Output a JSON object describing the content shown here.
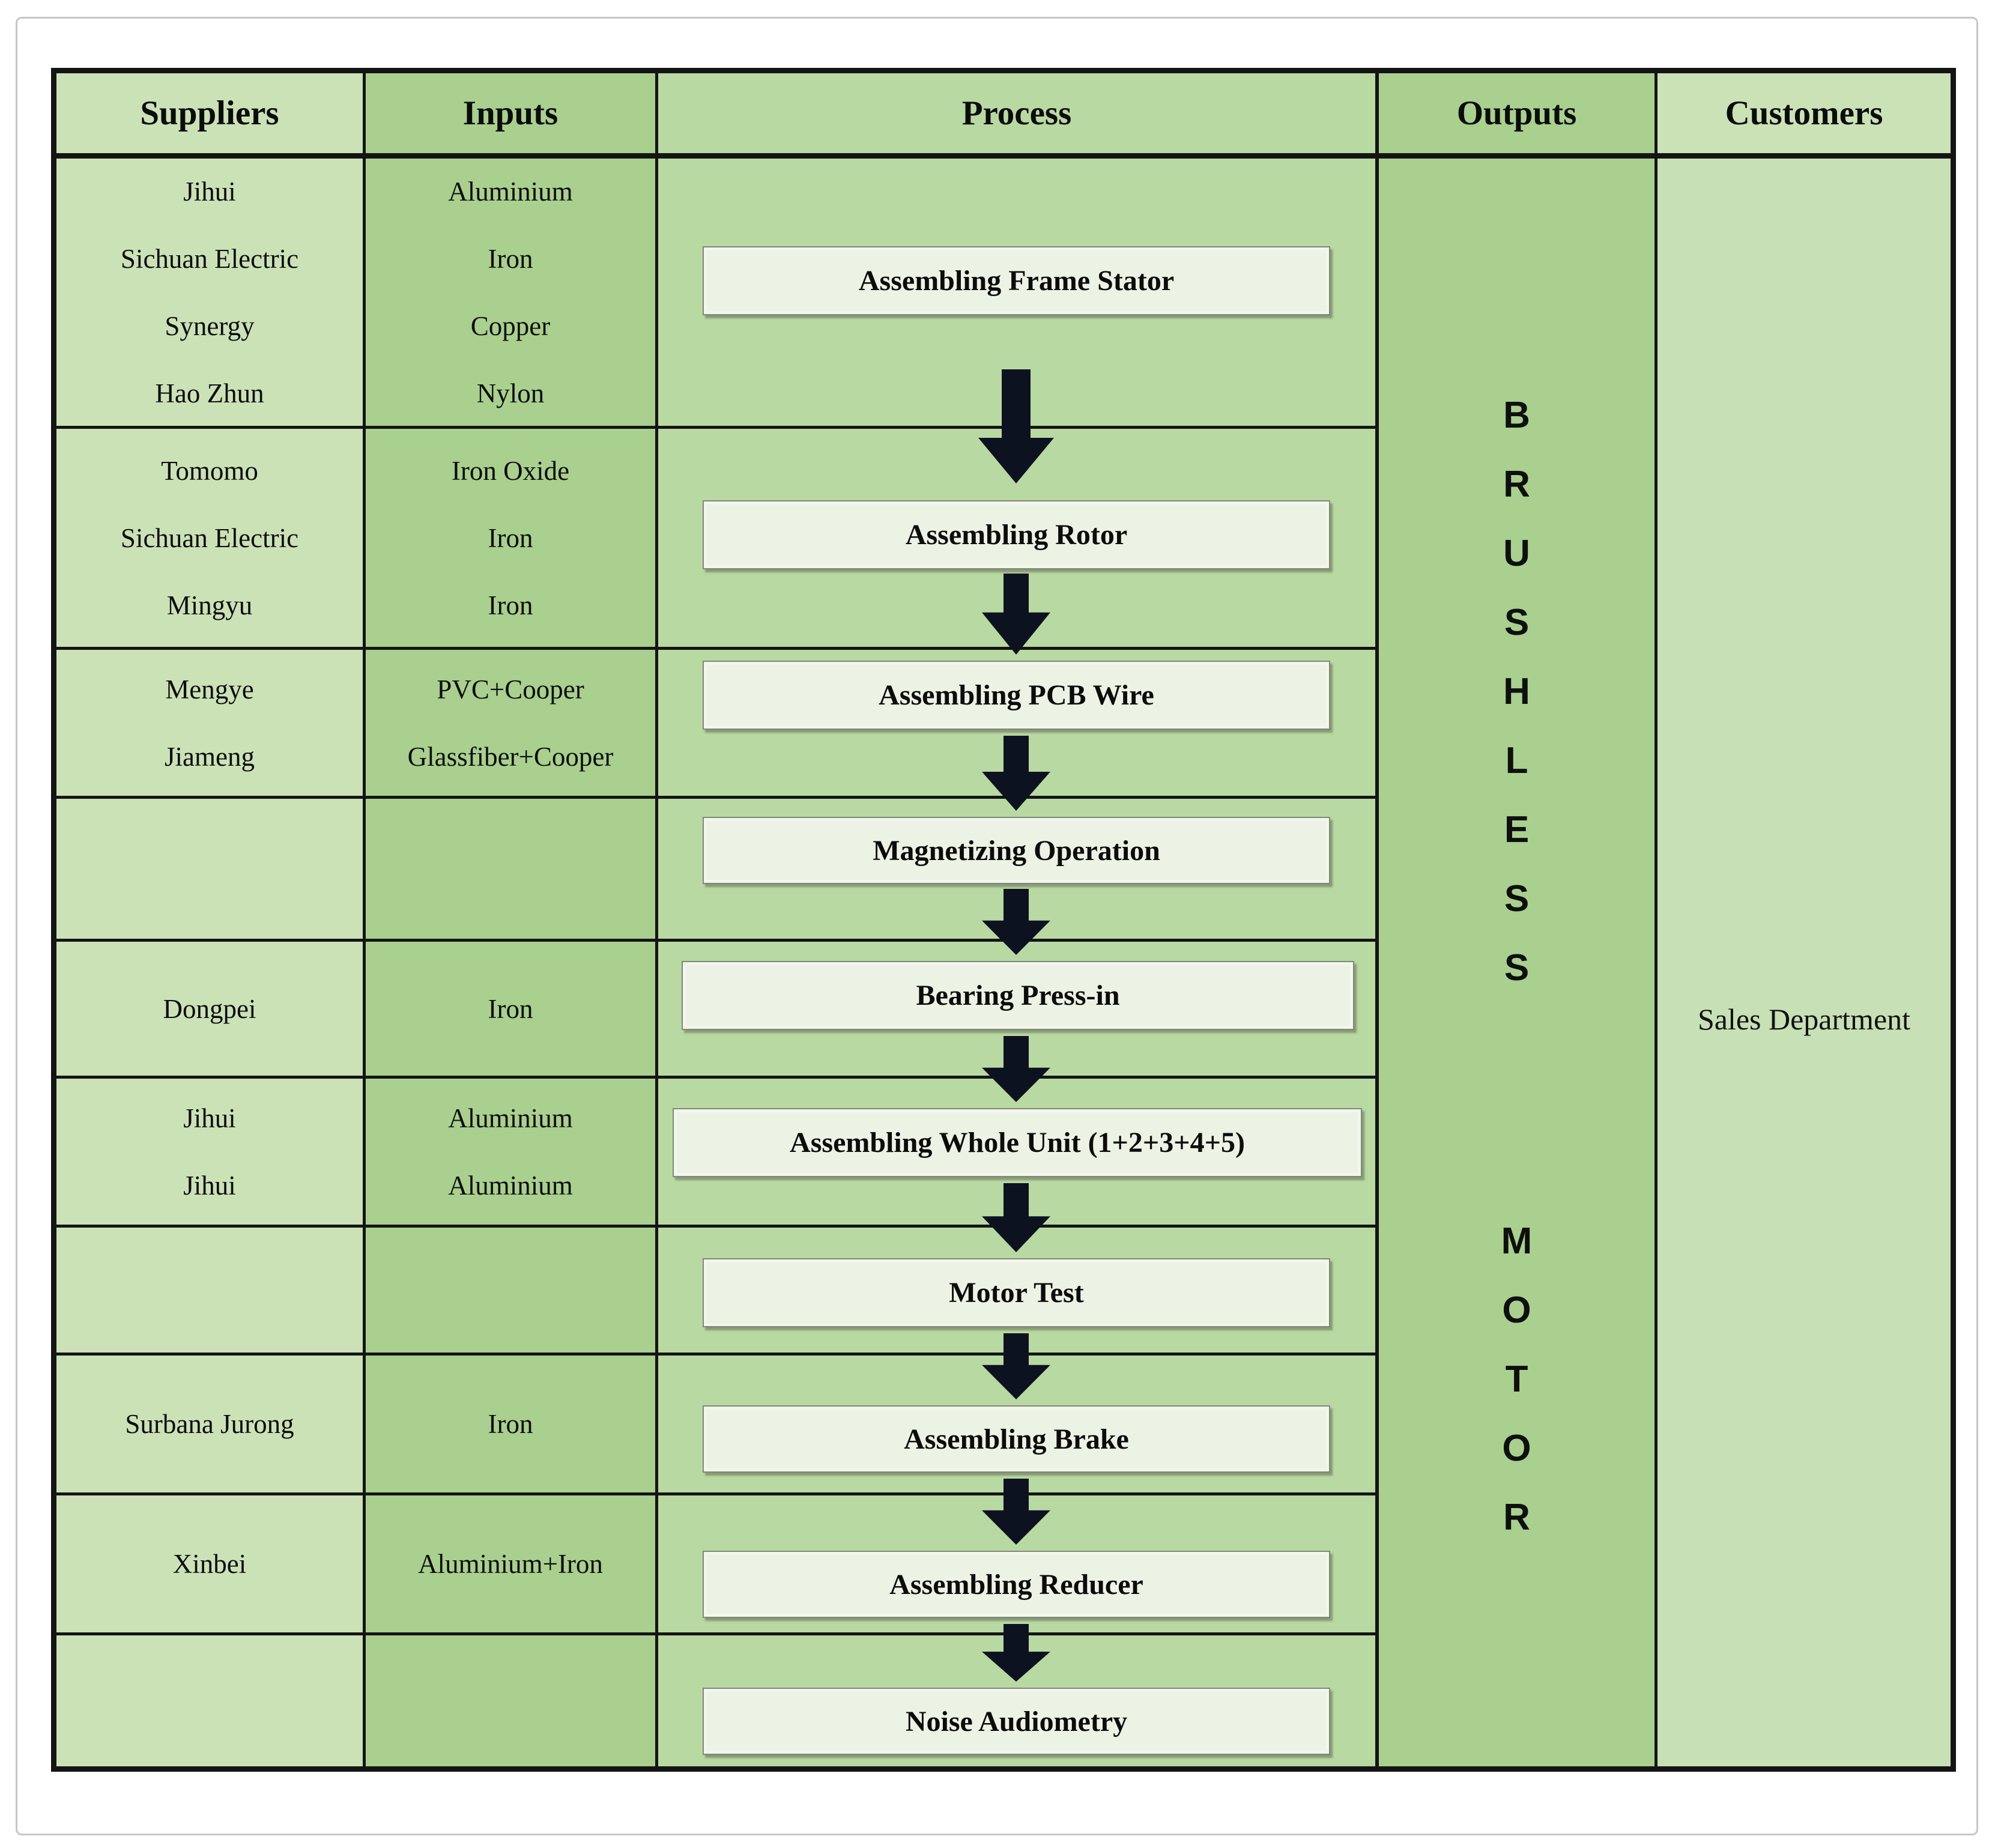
{
  "header": {
    "suppliers": "Suppliers",
    "inputs": "Inputs",
    "process": "Process",
    "outputs": "Outputs",
    "customers": "Customers"
  },
  "rows": [
    {
      "suppliers": [
        "Jihui",
        "Sichuan Electric",
        "Synergy",
        "Hao Zhun"
      ],
      "inputs": [
        "Aluminium",
        "Iron",
        "Copper",
        "Nylon"
      ],
      "process": "Assembling Frame Stator"
    },
    {
      "suppliers": [
        "Tomomo",
        "Sichuan Electric",
        "Mingyu"
      ],
      "inputs": [
        "Iron Oxide",
        "Iron",
        "Iron"
      ],
      "process": "Assembling Rotor"
    },
    {
      "suppliers": [
        "Mengye",
        "Jiameng"
      ],
      "inputs": [
        "PVC+Cooper",
        "Glassfiber+Cooper"
      ],
      "process": "Assembling PCB Wire"
    },
    {
      "suppliers": [],
      "inputs": [],
      "process": "Magnetizing Operation"
    },
    {
      "suppliers": [
        "Dongpei"
      ],
      "inputs": [
        "Iron"
      ],
      "process": "Bearing Press-in"
    },
    {
      "suppliers": [
        "Jihui",
        "Jihui"
      ],
      "inputs": [
        "Aluminium",
        "Aluminium"
      ],
      "process": "Assembling Whole Unit (1+2+3+4+5)"
    },
    {
      "suppliers": [],
      "inputs": [],
      "process": "Motor Test"
    },
    {
      "suppliers": [
        "Surbana Jurong"
      ],
      "inputs": [
        "Iron"
      ],
      "process": "Assembling Brake"
    },
    {
      "suppliers": [
        "Xinbei"
      ],
      "inputs": [
        "Aluminium+Iron"
      ],
      "process": "Assembling Reducer"
    },
    {
      "suppliers": [],
      "inputs": [],
      "process": "Noise Audiometry"
    }
  ],
  "outputs_column": {
    "word1": "BRUSHLESS",
    "word2": "MOTOR",
    "letters1": [
      "B",
      "R",
      "U",
      "S",
      "H",
      "L",
      "E",
      "S",
      "S"
    ],
    "letters2": [
      "M",
      "O",
      "T",
      "O",
      "R"
    ]
  },
  "customers_column": {
    "text": "Sales Department"
  },
  "colors": {
    "cell_light_green": "#cbe2b7",
    "cell_medium_green": "#a9d08e",
    "process_band_green": "#b9d9a2",
    "process_box_fill": "#edf3e4",
    "grid_border": "#141414",
    "arrow_black": "#0d1220"
  }
}
